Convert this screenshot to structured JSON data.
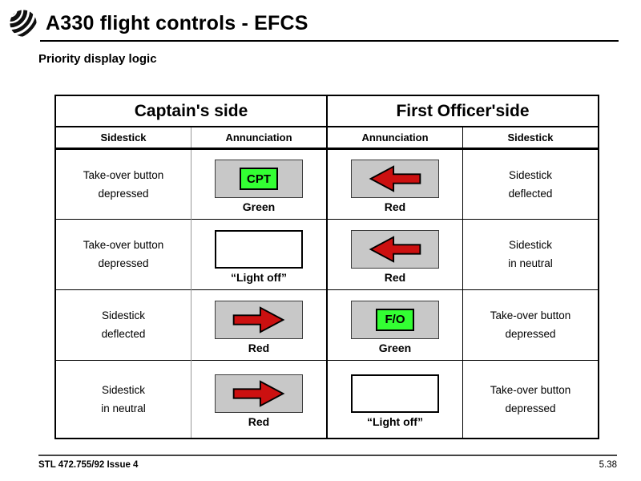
{
  "header": {
    "logo": "aerospatiale-swirl-logo",
    "title": "A330 flight controls - EFCS",
    "subtitle": "Priority display logic"
  },
  "table": {
    "group_headers": [
      "Captain's side",
      "First Officer'side"
    ],
    "column_headers": [
      "Sidestick",
      "Annunciation",
      "Annunciation",
      "Sidestick"
    ],
    "rows": [
      {
        "captain_sidestick": {
          "lines": [
            "Take-over button",
            "depressed"
          ]
        },
        "captain_annunciation": {
          "type": "lamp-label",
          "light_text": "CPT",
          "light_color": "green",
          "caption": "Green"
        },
        "fo_annunciation": {
          "type": "arrow",
          "icon": "arrow-left-icon",
          "arrow_color": "red",
          "caption": "Red"
        },
        "fo_sidestick": {
          "lines": [
            "Sidestick",
            "deflected"
          ]
        }
      },
      {
        "captain_sidestick": {
          "lines": [
            "Take-over button",
            "depressed"
          ]
        },
        "captain_annunciation": {
          "type": "lamp-off",
          "caption": "“Light off”"
        },
        "fo_annunciation": {
          "type": "arrow",
          "icon": "arrow-left-icon",
          "arrow_color": "red",
          "caption": "Red"
        },
        "fo_sidestick": {
          "lines": [
            "Sidestick",
            "in neutral"
          ]
        }
      },
      {
        "captain_sidestick": {
          "lines": [
            "Sidestick",
            "deflected"
          ]
        },
        "captain_annunciation": {
          "type": "arrow",
          "icon": "arrow-right-icon",
          "arrow_color": "red",
          "caption": "Red"
        },
        "fo_annunciation": {
          "type": "lamp-label",
          "light_text": "F/O",
          "light_color": "green",
          "caption": "Green"
        },
        "fo_sidestick": {
          "lines": [
            "Take-over button",
            "depressed"
          ]
        }
      },
      {
        "captain_sidestick": {
          "lines": [
            "Sidestick",
            "in neutral"
          ]
        },
        "captain_annunciation": {
          "type": "arrow",
          "icon": "arrow-right-icon",
          "arrow_color": "red",
          "caption": "Red"
        },
        "fo_annunciation": {
          "type": "lamp-off",
          "caption": "“Light off”"
        },
        "fo_sidestick": {
          "lines": [
            "Take-over button",
            "depressed"
          ]
        }
      }
    ]
  },
  "footer": {
    "reference": "STL 472.755/92 Issue 4",
    "page": "5.38"
  },
  "colors": {
    "annunciator-green": "#33ff33",
    "arrow-red": "#cc1010",
    "lamp-gray": "#c8c8c8"
  }
}
